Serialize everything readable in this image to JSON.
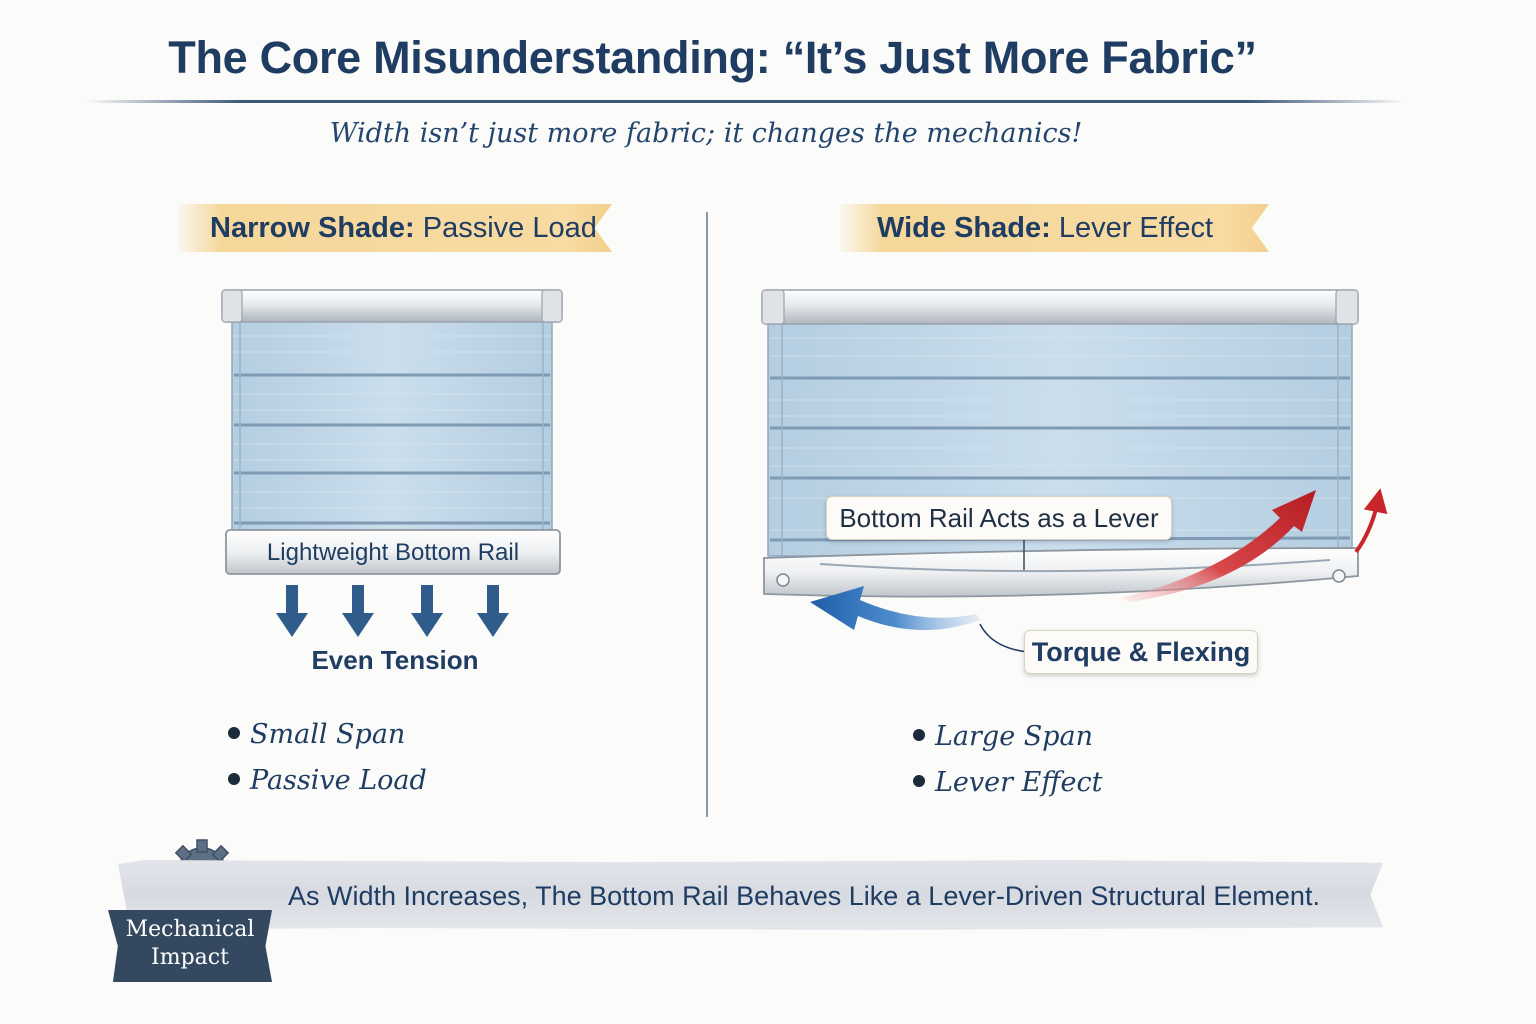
{
  "title": "The Core Misunderstanding: “It’s Just More Fabric”",
  "subtitle": "Width isn’t just more fabric; it changes the mechanics!",
  "left": {
    "banner_bold": "Narrow Shade:",
    "banner_rest": "Passive Load",
    "rail_label": "Lightweight Bottom Rail",
    "tension_label": "Even Tension",
    "bullets": [
      "Small Span",
      "Passive Load"
    ]
  },
  "right": {
    "banner_bold": "Wide Shade:",
    "banner_rest": "Lever Effect",
    "callout": "Bottom Rail Acts as a Lever",
    "torque_label": "Torque & Flexing",
    "bullets": [
      "Large Span",
      "Lever Effect"
    ]
  },
  "footer": {
    "text": "As Width Increases, The Bottom Rail Behaves Like a Lever-Driven Structural Element.",
    "badge_line1": "Mechanical",
    "badge_line2": "Impact",
    "badge_icon": "gears-icon"
  },
  "colors": {
    "navy": "#1f3c62",
    "fabric": "#c3d8e8",
    "banner_gold": "#f6d79a",
    "arrow_red": "#c9262b",
    "arrow_blue": "#2e6fb5",
    "badge": "#34495f"
  }
}
